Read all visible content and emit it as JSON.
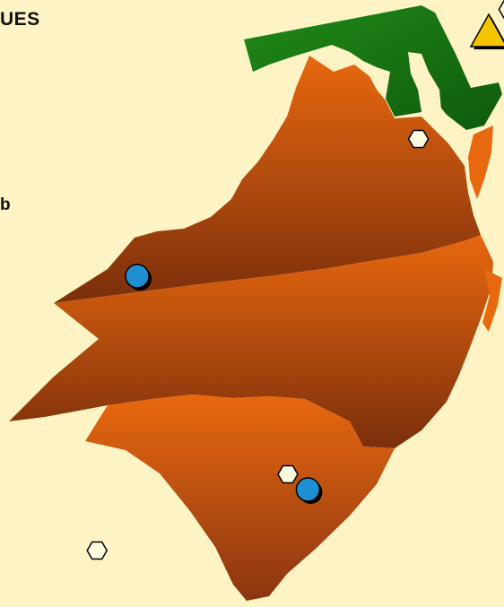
{
  "header": {
    "title": "UES"
  },
  "legend_fragment": {
    "label": "b"
  },
  "colors": {
    "background": "#fdf3c4",
    "state_orange": "#e8680f",
    "state_brown": "#7a2e0c",
    "maryland_green": "#1f7a16",
    "circle_marker": "#1e90d2",
    "triangle_marker": "#f5c400",
    "hexagon_marker": "#fffbe0"
  },
  "markers": {
    "circles": [
      {
        "name": "circle-md-1",
        "lon": -76.6,
        "lat": 39.4
      },
      {
        "name": "circle-md-2",
        "lon": -77.0,
        "lat": 39.15
      },
      {
        "name": "circle-va-west",
        "lon": -82.0,
        "lat": 36.7
      },
      {
        "name": "circle-nc",
        "lon": -80.3,
        "lat": 35.3
      }
    ],
    "triangles": [
      {
        "name": "triangle-md",
        "lon": -76.8,
        "lat": 38.95
      },
      {
        "name": "triangle-va-north",
        "lon": -78.5,
        "lat": 38.3
      },
      {
        "name": "triangle-va-central",
        "lon": -77.9,
        "lat": 37.35
      },
      {
        "name": "triangle-va-south",
        "lon": -77.6,
        "lat": 36.75
      }
    ],
    "hexagons": [
      {
        "name": "hexagon-md",
        "lon": -77.3,
        "lat": 38.8,
        "size": "small"
      },
      {
        "name": "hexagon-va-north",
        "lon": -78.3,
        "lat": 38.45,
        "size": "small"
      },
      {
        "name": "hexagon-va-tidewater",
        "lon": -76.8,
        "lat": 37.8,
        "size": "large"
      },
      {
        "name": "hexagon-va-east",
        "lon": -76.3,
        "lat": 37.75,
        "size": "small"
      },
      {
        "name": "hexagon-va-norfolk",
        "lon": -76.0,
        "lat": 37.6,
        "size": "large"
      },
      {
        "name": "hexagon-va-west",
        "lon": -79.2,
        "lat": 37.6,
        "size": "small"
      },
      {
        "name": "hexagon-nc",
        "lon": -80.5,
        "lat": 35.4,
        "size": "small"
      },
      {
        "name": "hexagon-sc",
        "lon": -82.4,
        "lat": 34.9,
        "size": "small"
      }
    ]
  }
}
